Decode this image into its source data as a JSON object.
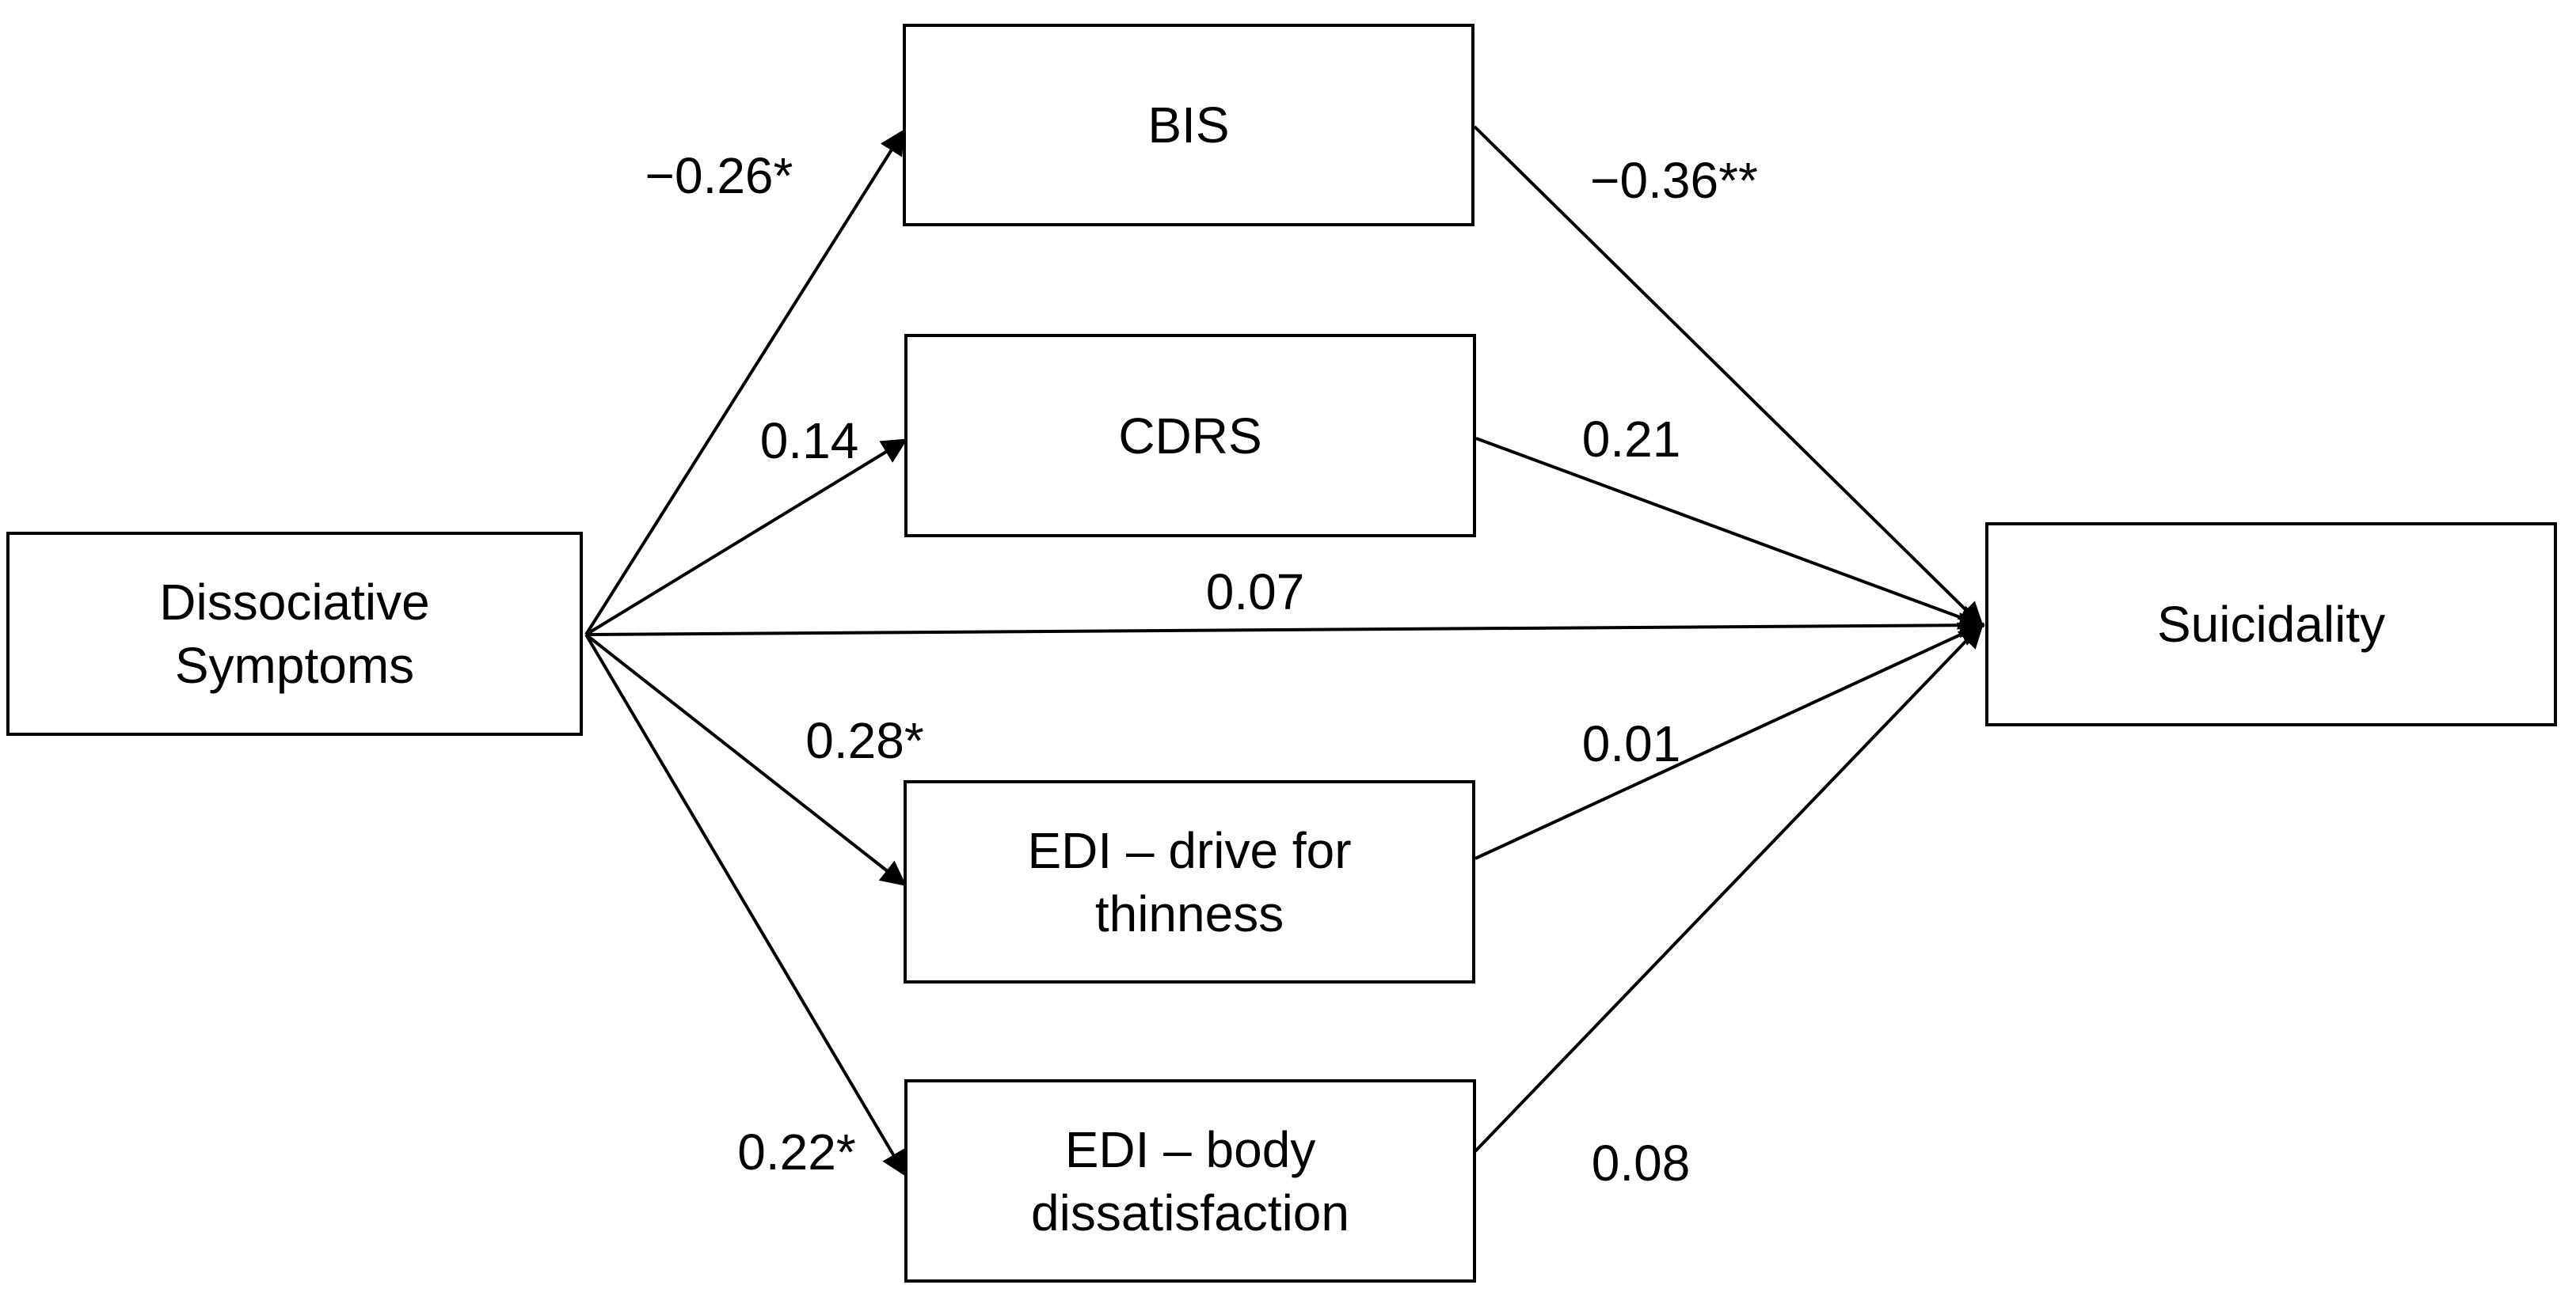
{
  "figure": {
    "type": "mediation-path-diagram",
    "background_color": "#ffffff",
    "line_color": "#000000",
    "text_color": "#000000"
  },
  "nodes": {
    "predictor": {
      "label": "Dissociative Symptoms"
    },
    "bis": {
      "label": "BIS"
    },
    "cdrs": {
      "label": "CDRS"
    },
    "edi_drive": {
      "label": "EDI – drive for thinness"
    },
    "edi_body": {
      "label": "EDI – body dissatisfaction"
    },
    "outcome": {
      "label": "Suicidality"
    }
  },
  "paths": {
    "ds_to_bis": {
      "from": "Dissociative Symptoms",
      "to": "BIS",
      "coefficient": "−0.26*"
    },
    "ds_to_cdrs": {
      "from": "Dissociative Symptoms",
      "to": "CDRS",
      "coefficient": "0.14"
    },
    "ds_to_suicidality": {
      "from": "Dissociative Symptoms",
      "to": "Suicidality",
      "coefficient": "0.07"
    },
    "ds_to_edi_drive": {
      "from": "Dissociative Symptoms",
      "to": "EDI – drive for thinness",
      "coefficient": "0.28*"
    },
    "ds_to_edi_body": {
      "from": "Dissociative Symptoms",
      "to": "EDI – body dissatisfaction",
      "coefficient": "0.22*"
    },
    "bis_to_suicidality": {
      "from": "BIS",
      "to": "Suicidality",
      "coefficient": "−0.36**"
    },
    "cdrs_to_suicidality": {
      "from": "CDRS",
      "to": "Suicidality",
      "coefficient": "0.21"
    },
    "edi_drive_to_suicidality": {
      "from": "EDI – drive for thinness",
      "to": "Suicidality",
      "coefficient": "0.01"
    },
    "edi_body_to_suicidality": {
      "from": "EDI – body dissatisfaction",
      "to": "Suicidality",
      "coefficient": "0.08"
    }
  }
}
